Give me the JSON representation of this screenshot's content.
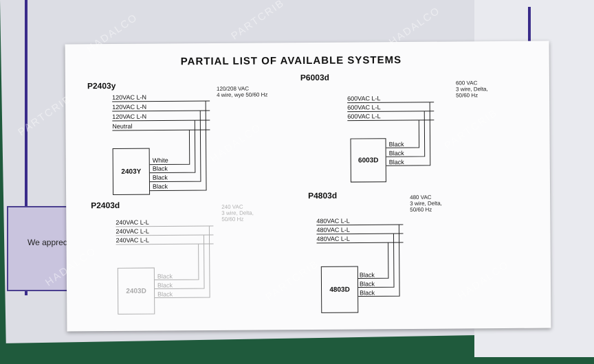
{
  "card": {
    "title": "PARTIAL LIST OF AVAILABLE SYSTEMS"
  },
  "background": {
    "note_text": "We appreci"
  },
  "systems": {
    "p2403y": {
      "name": "P2403y",
      "spec": "120/208 VAC\n4 wire, wye 50/60 Hz",
      "lines": [
        "120VAC L-N",
        "120VAC L-N",
        "120VAC L-N",
        "Neutral"
      ],
      "box": "2403Y",
      "wires": [
        "White",
        "Black",
        "Black",
        "Black"
      ]
    },
    "p6003d": {
      "name": "P6003d",
      "spec": "600 VAC\n3 wire, Delta,\n50/60 Hz",
      "lines": [
        "600VAC L-L",
        "600VAC L-L",
        "600VAC L-L"
      ],
      "box": "6003D",
      "wires": [
        "Black",
        "Black",
        "Black"
      ]
    },
    "p2403d": {
      "name": "P2403d",
      "spec": "240 VAC\n3 wire, Delta,\n50/60 Hz",
      "lines": [
        "240VAC L-L",
        "240VAC L-L",
        "240VAC L-L"
      ],
      "box": "2403D",
      "wires": [
        "Black",
        "Black",
        "Black"
      ]
    },
    "p4803d": {
      "name": "P4803d",
      "spec": "480 VAC\n3 wire, Delta,\n50/60 Hz",
      "lines": [
        "480VAC L-L",
        "480VAC L-L",
        "480VAC L-L"
      ],
      "box": "4803D",
      "wires": [
        "Black",
        "Black",
        "Black"
      ]
    }
  },
  "watermark": {
    "text_a": "HADALCO",
    "text_b": "PARTCRIB"
  }
}
